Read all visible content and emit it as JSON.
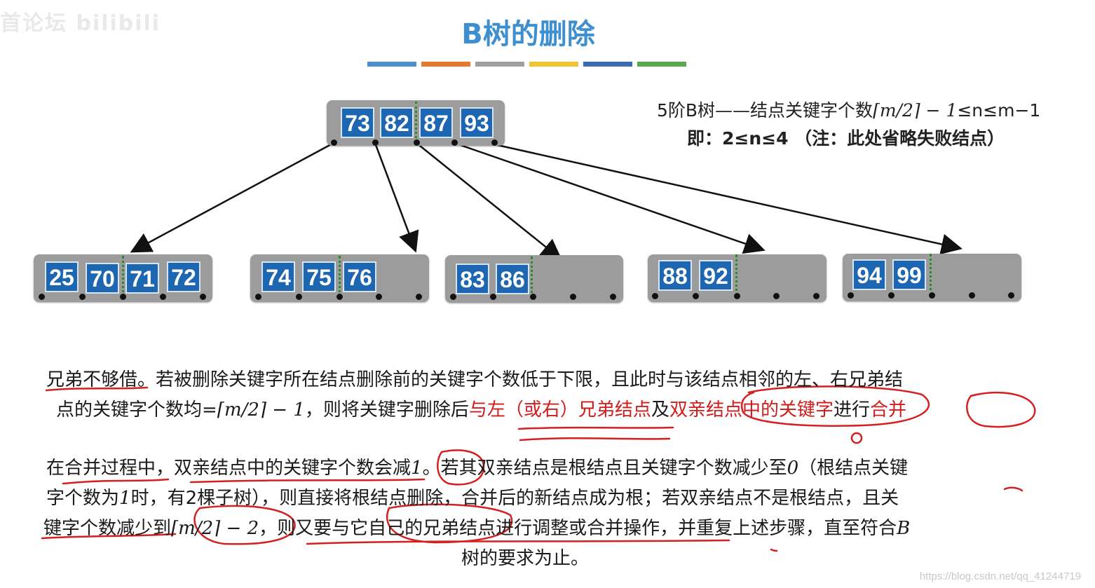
{
  "logo_text": "首论坛 bilibili",
  "title": "B树的删除",
  "accent_colors": [
    "#4a90cf",
    "#e57a2c",
    "#a0a0a0",
    "#f1c232",
    "#3c6bb5",
    "#59a84b"
  ],
  "note": {
    "line1_prefix": "5阶B树——结点关键字个数",
    "line1_formula": "⌈m/2⌉ − 1",
    "line1_suffix": "≤n≤m−1",
    "line2": "即：2≤n≤4 （注：此处省略失败结点）"
  },
  "tree": {
    "root": [
      "73",
      "82",
      "87",
      "93"
    ],
    "children": [
      [
        "25",
        "70",
        "71",
        "72"
      ],
      [
        "74",
        "75",
        "76"
      ],
      [
        "83",
        "86"
      ],
      [
        "88",
        "92"
      ],
      [
        "94",
        "99"
      ]
    ]
  },
  "paragraph1": {
    "l1": "兄弟不够借。若被删除关键字所在结点删除前的关键字个数低于下限，且此时与该结点相邻的左、右兄弟结",
    "l2a": "点的关键字个数均=",
    "l2_formula": "⌈m/2⌉ − 1",
    "l2b": "，则将关键字删除后",
    "l2_red1": "与左（或右）兄弟结点",
    "l2c": "及",
    "l2_red2": "双亲结点中的关键字",
    "l2d": "进行",
    "l2_red3": "合并"
  },
  "paragraph2": {
    "l1a": "在合并过程中，双亲结点中的关键字个数会减",
    "l1_one": "1",
    "l1b": "。若其双亲结点是根结点且关键字个数减少至",
    "l1_zero": "0",
    "l1c": "（根结点关键",
    "l2a": "字个数为",
    "l2_one": "1",
    "l2b": "时，有2棵子树），则直接将根结点删除，合并后的新结点成为根；若双亲结点不是根结点，且关",
    "l3a": "键字个数减少到",
    "l3_formula": "⌈m/2⌉ − 2",
    "l3b": "，则又要与它自己的兄弟结点进行调整或合并操作，并重复上述步骤，直至符合",
    "l3_b": "B",
    "l4": "树的要求为止。"
  },
  "watermark": "https://blog.csdn.net/qq_41244719"
}
